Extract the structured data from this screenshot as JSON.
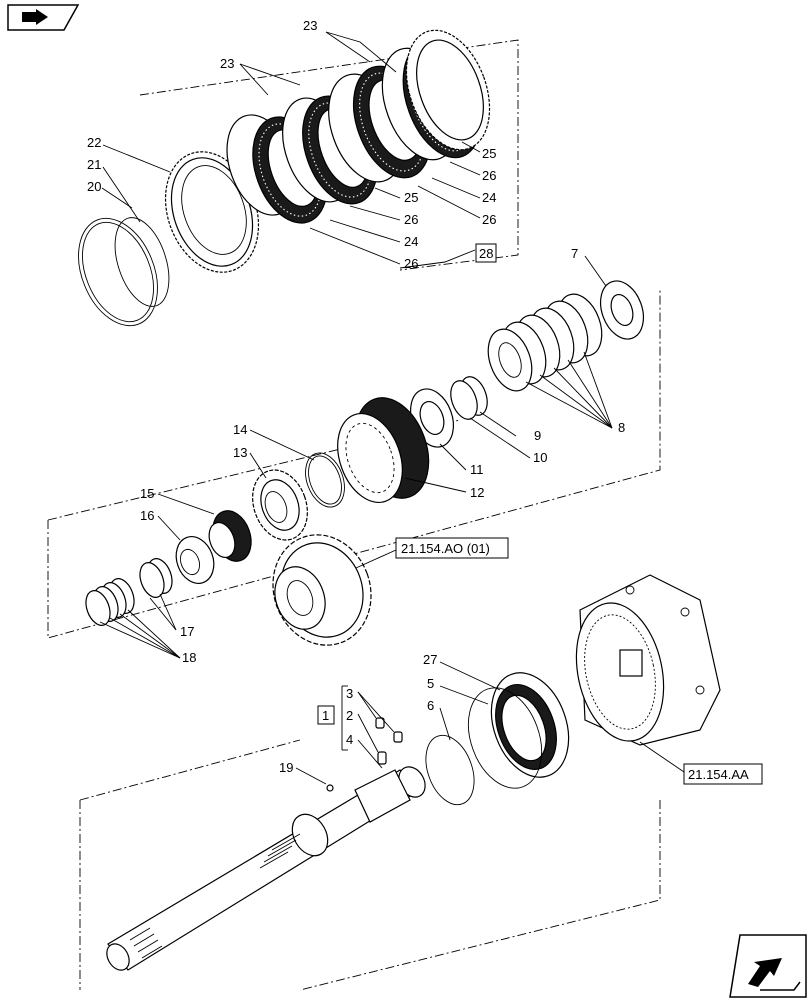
{
  "nav": {
    "top_icon": "book-arrow-icon",
    "bottom_icon": "next-page-arrow-icon"
  },
  "callouts": {
    "c1": "1",
    "c2": "2",
    "c3": "3",
    "c4": "4",
    "c5": "5",
    "c6": "6",
    "c7": "7",
    "c8": "8",
    "c9": "9",
    "c10": "10",
    "c11": "11",
    "c12": "12",
    "c13": "13",
    "c14": "14",
    "c15": "15",
    "c16": "16",
    "c17": "17",
    "c18": "18",
    "c19": "19",
    "c20": "20",
    "c21": "21",
    "c22": "22",
    "c23a": "23",
    "c23b": "23",
    "c24a": "24",
    "c24b": "24",
    "c25a": "25",
    "c25b": "25",
    "c26a": "26",
    "c26b": "26",
    "c26c": "26",
    "c26d": "26",
    "c27": "27",
    "c28": "28"
  },
  "references": {
    "gear_ref": "21.154.AO (01)",
    "housing_ref": "21.154.AA"
  }
}
